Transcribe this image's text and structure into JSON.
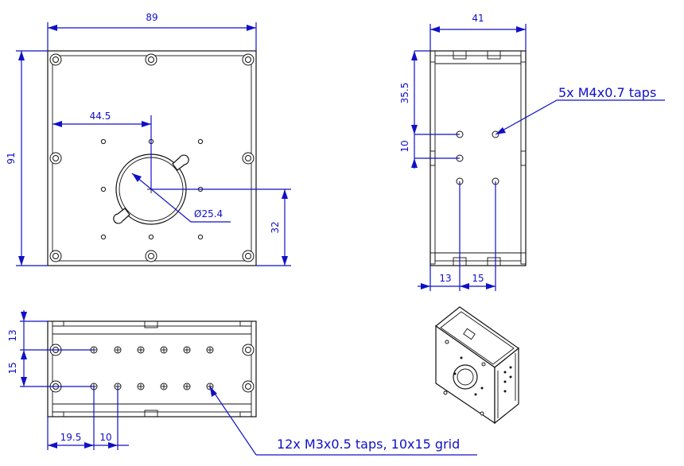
{
  "front_view": {
    "width": "89",
    "height": "91",
    "center_offset_x": "44.5",
    "center_offset_y": "32",
    "bore_diameter": "Ø25.4"
  },
  "side_view": {
    "width": "41",
    "tap_height": "35.5",
    "tap_spacing_v": "10",
    "tap_offset_h": "13",
    "tap_spacing_h": "15",
    "taps_note": "5x M4x0.7 taps"
  },
  "bottom_view": {
    "row_offset": "13",
    "row_spacing": "15",
    "col_offset": "19.5",
    "col_spacing": "10",
    "taps_note": "12x M3x0.5 taps, 10x15 grid"
  },
  "colors": {
    "dimension": "#1010c8",
    "outline": "#111111"
  }
}
